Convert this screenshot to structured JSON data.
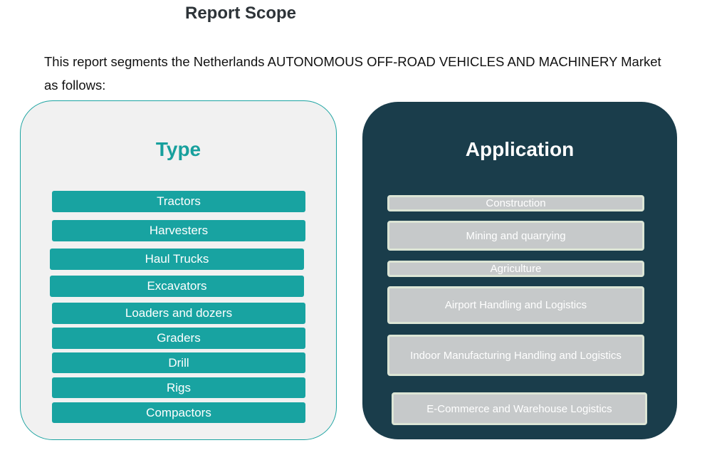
{
  "title": "Report Scope",
  "intro": "This report segments the Netherlands AUTONOMOUS OFF-ROAD VEHICLES AND MACHINERY Market as follows:",
  "type": {
    "heading": "Type",
    "items": [
      "Tractors",
      "Harvesters",
      "Haul Trucks",
      "Excavators",
      "Loaders and dozers",
      "Graders",
      "Drill",
      "Rigs",
      "Compactors"
    ]
  },
  "application": {
    "heading": "Application",
    "items": [
      "Construction",
      "Mining and quarrying",
      "Agriculture",
      "Airport Handling and Logistics",
      "Indoor Manufacturing Handling and Logistics",
      "E-Commerce and Warehouse Logistics"
    ]
  },
  "colors": {
    "teal": "#18a3a1",
    "navy": "#1a3d4b",
    "gray": "#c6c9ca"
  }
}
